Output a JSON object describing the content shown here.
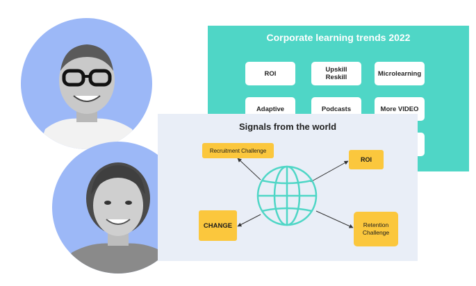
{
  "trends": {
    "title": "Corporate learning trends 2022",
    "tiles": [
      "ROI",
      "Upskill\nReskill",
      "Microlearning",
      "Adaptive",
      "Podcasts",
      "More VIDEO",
      ""
    ]
  },
  "signals": {
    "title": "Signals from the world",
    "recruitment": "Recruitment Challenge",
    "roi": "ROI",
    "change": "CHANGE",
    "retention": "Retention\nChallenge"
  },
  "colors": {
    "avatar_bg": "#9cb8f7",
    "trends_bg": "#4fd6c6",
    "signals_bg": "#e9eef7",
    "box": "#fbc73d",
    "globe": "#4fd6c6"
  }
}
